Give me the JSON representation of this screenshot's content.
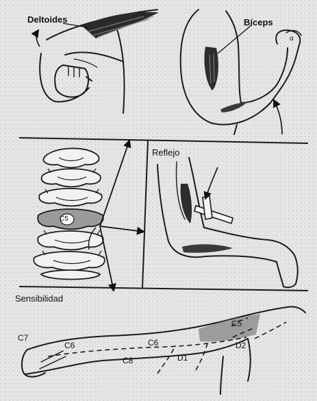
{
  "labels": {
    "deltoides": "Deltoides",
    "biceps": "Bíceps",
    "alpha": "α",
    "reflejo": "Reflejo",
    "vertebra": "C5",
    "sensibilidad": "Sensibilidad",
    "arm_c7": "C7",
    "arm_c6_hand": "C6",
    "arm_c6_forearm": "C6",
    "arm_c8": "C8",
    "arm_d1": "D1",
    "arm_d2": "D2",
    "arm_c5": "C5"
  }
}
